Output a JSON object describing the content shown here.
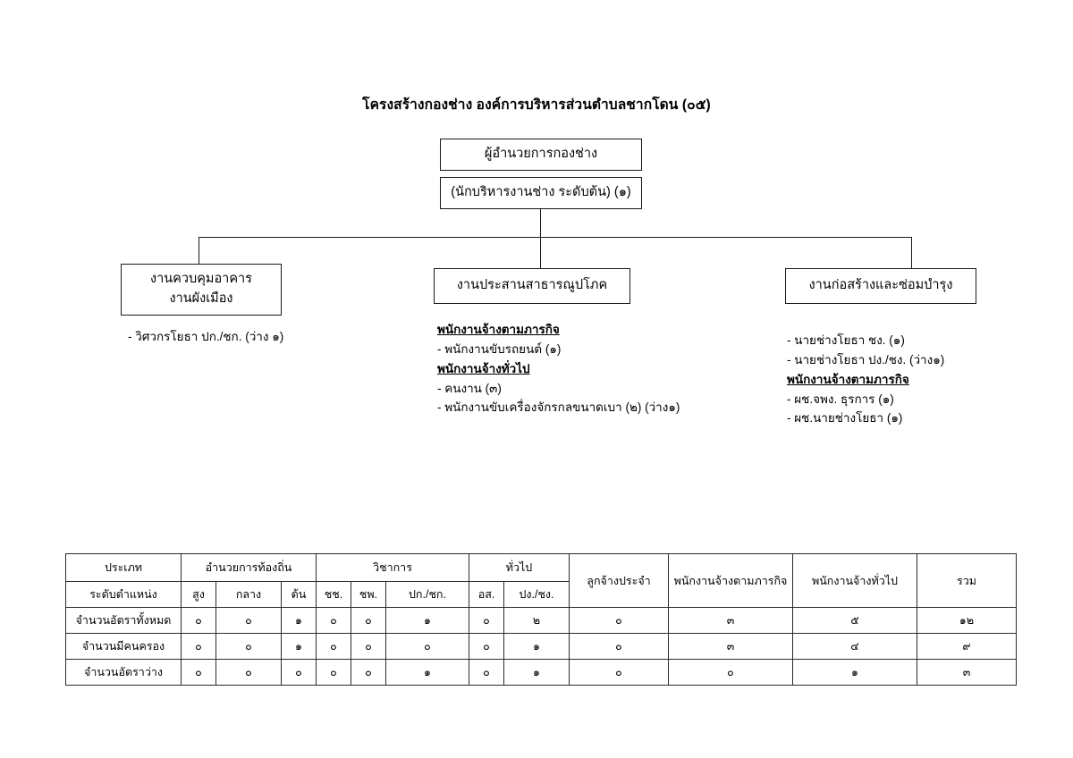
{
  "document": {
    "title": "โครงสร้างกองช่าง องค์การบริหารส่วนตำบลชากโดน (๐๕)"
  },
  "org_chart": {
    "top": {
      "position_title": "ผู้อำนวยการกองช่าง",
      "position_level": "(นักบริหารงานช่าง ระดับต้น) (๑)"
    },
    "branches": [
      {
        "box_line1": "งานควบคุมอาคาร",
        "box_line2": "งานผังเมือง",
        "details": [
          {
            "type": "item",
            "text": "- วิศวกรโยธา ปก./ชก. (ว่าง ๑)"
          }
        ]
      },
      {
        "box_line1": "งานประสานสาธารณูปโภค",
        "box_line2": "",
        "details": [
          {
            "type": "header",
            "text": "พนักงานจ้างตามภารกิจ"
          },
          {
            "type": "item",
            "text": "- พนักงานขับรถยนต์ (๑)"
          },
          {
            "type": "header",
            "text": "พนักงานจ้างทั่วไป"
          },
          {
            "type": "item",
            "text": "- คนงาน (๓)"
          },
          {
            "type": "item",
            "text": "- พนักงานขับเครื่องจักรกลขนาดเบา (๒) (ว่าง๑)"
          }
        ]
      },
      {
        "box_line1": "งานก่อสร้างและซ่อมบำรุง",
        "box_line2": "",
        "details": [
          {
            "type": "item",
            "text": "- นายช่างโยธา ชง. (๑)"
          },
          {
            "type": "item",
            "text": "- นายช่างโยธา ปง./ชง. (ว่าง๑)"
          },
          {
            "type": "header",
            "text": "พนักงานจ้างตามภารกิจ"
          },
          {
            "type": "item",
            "text": "- ผช.จพง. ธุรการ (๑)"
          },
          {
            "type": "item",
            "text": "- ผช.นายช่างโยธา (๑)"
          }
        ]
      }
    ]
  },
  "summary_table": {
    "header_row1": {
      "category": "ประเภท",
      "groups": [
        {
          "label": "อำนวยการท้องถิ่น",
          "span": 3
        },
        {
          "label": "วิชาการ",
          "span": 3
        },
        {
          "label": "ทั่วไป",
          "span": 2
        }
      ]
    },
    "header_row2": {
      "level_label": "ระดับตำแหน่ง",
      "sublevels": [
        "สูง",
        "กลาง",
        "ต้น",
        "ชช.",
        "ชพ.",
        "ปก./ชก.",
        "อส.",
        "ปง./ชง."
      ]
    },
    "tall_headers": [
      "ลูกจ้างประจำ",
      "พนักงานจ้างตามภารกิจ",
      "พนักงานจ้างทั่วไป",
      "รวม"
    ],
    "rows": [
      {
        "label": "จำนวนอัตราทั้งหมด",
        "values": [
          "๐",
          "๐",
          "๑",
          "๐",
          "๐",
          "๑",
          "๐",
          "๒",
          "๐",
          "๓",
          "๕",
          "๑๒"
        ]
      },
      {
        "label": "จำนวนมีคนครอง",
        "values": [
          "๐",
          "๐",
          "๑",
          "๐",
          "๐",
          "๐",
          "๐",
          "๑",
          "๐",
          "๓",
          "๔",
          "๙"
        ]
      },
      {
        "label": "จำนวนอัตราว่าง",
        "values": [
          "๐",
          "๐",
          "๐",
          "๐",
          "๐",
          "๑",
          "๐",
          "๑",
          "๐",
          "๐",
          "๑",
          "๓"
        ]
      }
    ]
  }
}
